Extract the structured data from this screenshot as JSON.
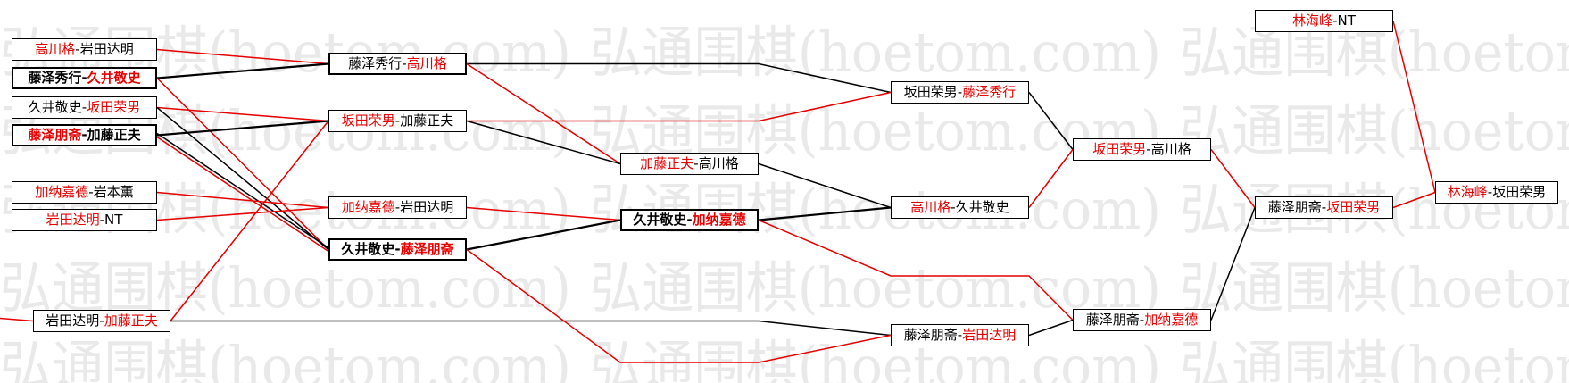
{
  "watermark": "弘通围棋(hoetom.com)",
  "separator": "-",
  "colors": {
    "highlight": "#e60000",
    "normal": "#000000",
    "line_red": "#e60000",
    "line_black": "#000000",
    "watermark": "#e9e9e9"
  },
  "matches": [
    {
      "left": "高川格",
      "right": "岩田达明",
      "highlight": "left"
    },
    {
      "left": "藤泽秀行",
      "right": "久井敬史",
      "highlight": "right"
    },
    {
      "left": "久井敬史",
      "right": "坂田荣男",
      "highlight": "right"
    },
    {
      "left": "藤泽朋斋",
      "right": "加藤正夫",
      "highlight": "left"
    },
    {
      "left": "加纳嘉德",
      "right": "岩本薰",
      "highlight": "left"
    },
    {
      "left": "岩田达明",
      "right": "NT",
      "highlight": "left"
    },
    {
      "left": "岩田达明",
      "right": "加藤正夫",
      "highlight": "right"
    },
    {
      "left": "藤泽秀行",
      "right": "高川格",
      "highlight": "right"
    },
    {
      "left": "坂田荣男",
      "right": "加藤正夫",
      "highlight": "left"
    },
    {
      "left": "加纳嘉德",
      "right": "岩田达明",
      "highlight": "left"
    },
    {
      "left": "久井敬史",
      "right": "藤泽朋斋",
      "highlight": "right"
    },
    {
      "left": "加藤正夫",
      "right": "高川格",
      "highlight": "left"
    },
    {
      "left": "久井敬史",
      "right": "加纳嘉德",
      "highlight": "right"
    },
    {
      "left": "坂田荣男",
      "right": "藤泽秀行",
      "highlight": "right"
    },
    {
      "left": "高川格",
      "right": "久井敬史",
      "highlight": "left"
    },
    {
      "left": "藤泽朋斋",
      "right": "岩田达明",
      "highlight": "right"
    },
    {
      "left": "坂田荣男",
      "right": "高川格",
      "highlight": "left"
    },
    {
      "left": "藤泽朋斋",
      "right": "加纳嘉德",
      "highlight": "right"
    },
    {
      "left": "藤泽朋斋",
      "right": "坂田荣男",
      "highlight": "right"
    },
    {
      "left": "林海峰",
      "right": "NT",
      "highlight": "left"
    },
    {
      "left": "林海峰",
      "right": "坂田荣男",
      "highlight": "left"
    }
  ]
}
